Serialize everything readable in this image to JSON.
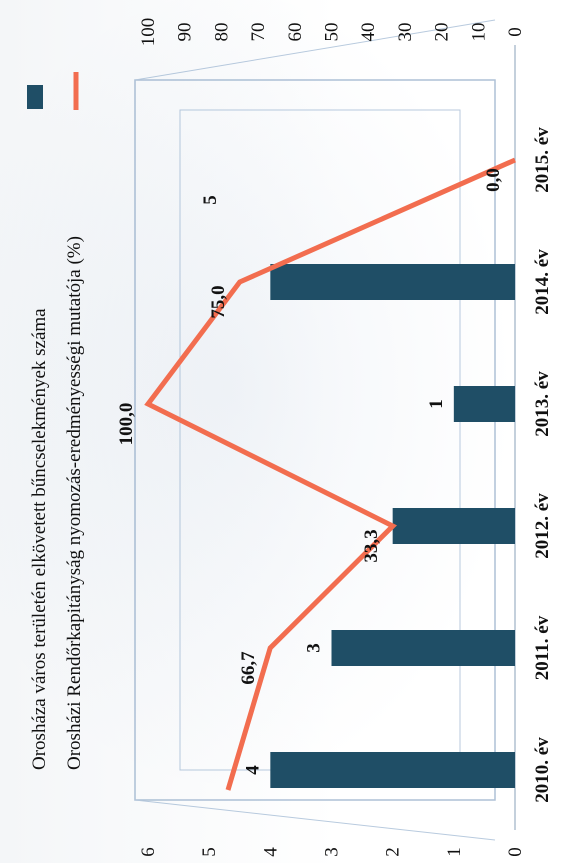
{
  "chart_data": {
    "type": "bar",
    "categories": [
      "2010. év",
      "2011. év",
      "2012. év",
      "2013. év",
      "2014. év",
      "2015. év"
    ],
    "series": [
      {
        "name": "Orosháza város területén elkövetett bűncselekmények száma",
        "chart": "bar",
        "axis": "left",
        "color": "#1f4e66",
        "values": [
          4,
          3,
          2,
          1,
          4,
          0
        ],
        "labels": [
          "4",
          "3",
          "",
          "1",
          "",
          ""
        ]
      },
      {
        "name": "Orosházi Rendőrkapitányság nyomozás-eredményességi mutatója (%)",
        "chart": "line",
        "axis": "right",
        "color": "#f26d4f",
        "values": [
          null,
          66.7,
          33.3,
          100.0,
          75.0,
          0.0
        ],
        "labels": [
          "",
          "66,7",
          "33,3",
          "100,0",
          "75,0",
          "0,0"
        ]
      }
    ],
    "left_axis": {
      "min": 0,
      "max": 6,
      "ticks": [
        "0",
        "1",
        "2",
        "3",
        "4",
        "5",
        "6"
      ]
    },
    "right_axis": {
      "min": 0,
      "max": 100,
      "ticks": [
        "0",
        "10",
        "20",
        "30",
        "40",
        "50",
        "60",
        "70",
        "80",
        "90",
        "100"
      ]
    },
    "annotations": [
      "5"
    ],
    "orientation": "rotated-90-clockwise",
    "legend_position": "top-left"
  }
}
